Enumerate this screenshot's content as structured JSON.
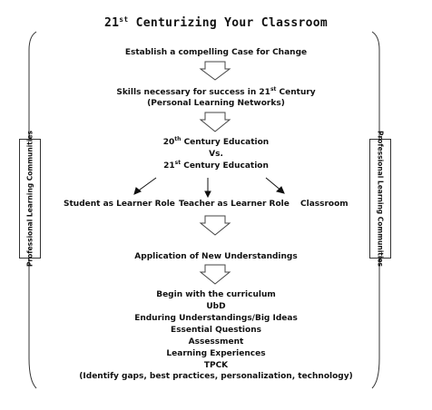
{
  "title": {
    "prefix": "21",
    "sup": "st",
    "suffix": " Centurizing Your Classroom"
  },
  "steps": {
    "case_for_change": "Establish a compelling Case for Change",
    "skills_prefix": "Skills necessary for success in 21",
    "skills_sup": "st",
    "skills_suffix": " Century",
    "skills_sub": "(Personal Learning Networks)",
    "c20_prefix": "20",
    "c20_sup": "th",
    "c20_suffix": " Century Education",
    "vs": "Vs.",
    "c21_prefix": "21",
    "c21_sup": "st",
    "c21_suffix": " Century Education",
    "student_role": "Student as Learner Role",
    "teacher_role": "Teacher as Learner Role",
    "classroom": "Classroom",
    "application": "Application of New Understandings"
  },
  "final_list": [
    "Begin with the curriculum",
    "UbD",
    "Enduring Understandings/Big Ideas",
    "Essential Questions",
    "Assessment",
    "Learning Experiences",
    "TPCK",
    "(Identify gaps, best practices, personalization, technology)"
  ],
  "side_label": "Professional Learning Communities"
}
